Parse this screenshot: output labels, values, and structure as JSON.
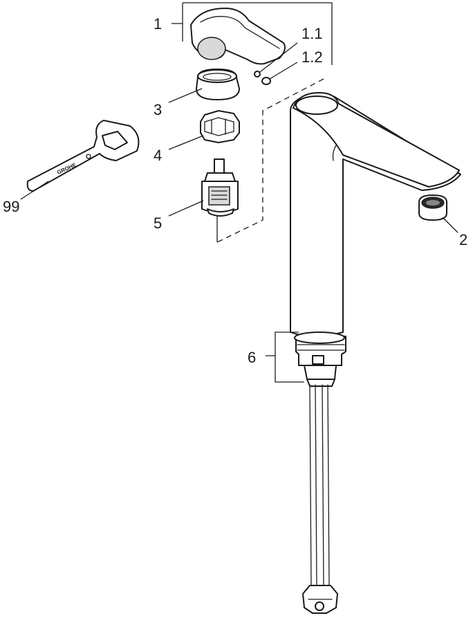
{
  "callouts": {
    "handle": "1",
    "screw": "1.1",
    "plug": "1.2",
    "aerator": "2",
    "cover_cap": "3",
    "nut": "4",
    "cartridge": "5",
    "fixing_set": "6",
    "wrench": "99"
  },
  "wrench_text": "GROHE",
  "colors": {
    "line": "#1a1a1a",
    "paper": "#ffffff"
  }
}
